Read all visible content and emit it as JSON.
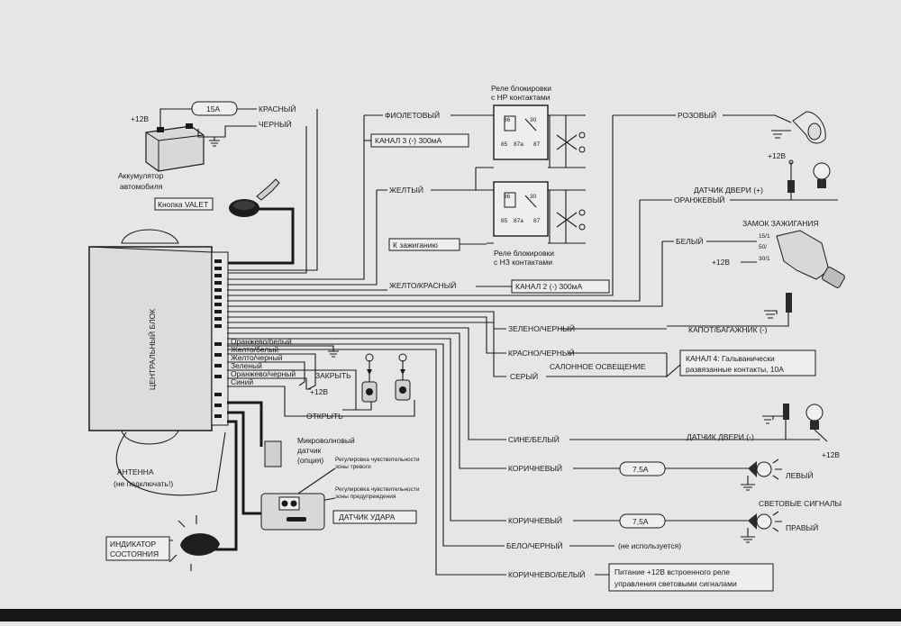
{
  "fuse": "15A",
  "fuse_left": "7,5A",
  "fuse_right": "7,5A",
  "battery": {
    "plus": "+12В",
    "caption_1": "Аккумулятор",
    "caption_2": "автомобиля"
  },
  "wires": {
    "red": "КРАСНЫЙ",
    "black": "ЧЕРНЫЙ",
    "violet": "ФИОЛЕТОВЫЙ",
    "yellow": "ЖЕЛТЫЙ",
    "yellow_red": "ЖЕЛТО/КРАСНЫЙ",
    "pink": "РОЗОВЫЙ",
    "orange": "ОРАНЖЕВЫЙ",
    "white": "БЕЛЫЙ",
    "green_black": "ЗЕЛЕНО/ЧЕРНЫЙ",
    "red_black": "КРАСНО/ЧЕРНЫЙ",
    "grey": "СЕРЫЙ",
    "blue_white": "СИНЕ/БЕЛЫЙ",
    "brown_1": "КОРИЧНЕВЫЙ",
    "brown_2": "КОРИЧНЕВЫЙ",
    "white_black": "БЕЛО/ЧЕРНЫЙ",
    "brown_white": "КОРИЧНЕВО/БЕЛЫЙ"
  },
  "lock_wires": [
    "Оранжево/белый",
    "Желто/белый",
    "Желто/черный",
    "Зеленый",
    "Оранжево/черный",
    "Синий"
  ],
  "lock": {
    "close": "ЗАКРЫТЬ",
    "open": "ОТКРЫТЬ",
    "plus": "+12В"
  },
  "valet": "Кнопка VALET",
  "channel3": "КАНАЛ 3 (-) 300мА",
  "channel2": "КАНАЛ 2 (-) 300мА",
  "to_ignition": "К зажиганию",
  "relay_no": [
    "Реле блокировки",
    "с НР контактами"
  ],
  "relay_nc": [
    "Реле блокировки",
    "с НЗ контактами"
  ],
  "relay_pins": [
    "86",
    "30",
    "85",
    "87a",
    "87"
  ],
  "central_unit": "ЦЕНТРАЛЬНЫЙ БЛОК",
  "door_plus": "ДАТЧИК ДВЕРИ (+)",
  "door_plus_v": "+12В",
  "ignition_switch": "ЗАМОК ЗАЖИГАНИЯ",
  "ign_pins": [
    "15/1",
    "50/",
    "30/1"
  ],
  "ign_plus": "+12В",
  "hood": "КАПОТ/БАГАЖНИК (-)",
  "interior_light": "САЛОННОЕ ОСВЕЩЕНИЕ",
  "channel4": [
    "КАНАЛ 4: Гальванически",
    "развязанные контакты, 10А"
  ],
  "door_minus": "ДАТЧИК ДВЕРИ (-)",
  "door_minus_v": "+12В",
  "left": "ЛЕВЫЙ",
  "right": "ПРАВЫЙ",
  "signals": "СВЕТОВЫЕ СИГНАЛЫ",
  "unused": "(не используется)",
  "power_relay": [
    "Питание +12В встроенного реле",
    "управления световыми сигналами"
  ],
  "microwave": [
    "Микроволновый",
    "датчик",
    "(опция)"
  ],
  "sens_alarm": [
    "Регулировка чувствительности",
    "зоны тревоги"
  ],
  "sens_warn": [
    "Регулировка чувствительности",
    "зоны предупреждения"
  ],
  "shock": "ДАТЧИК УДАРА",
  "antenna": [
    "АНТЕННА",
    "(не подключать!)"
  ],
  "indicator": [
    "ИНДИКАТОР",
    "СОСТОЯНИЯ"
  ]
}
